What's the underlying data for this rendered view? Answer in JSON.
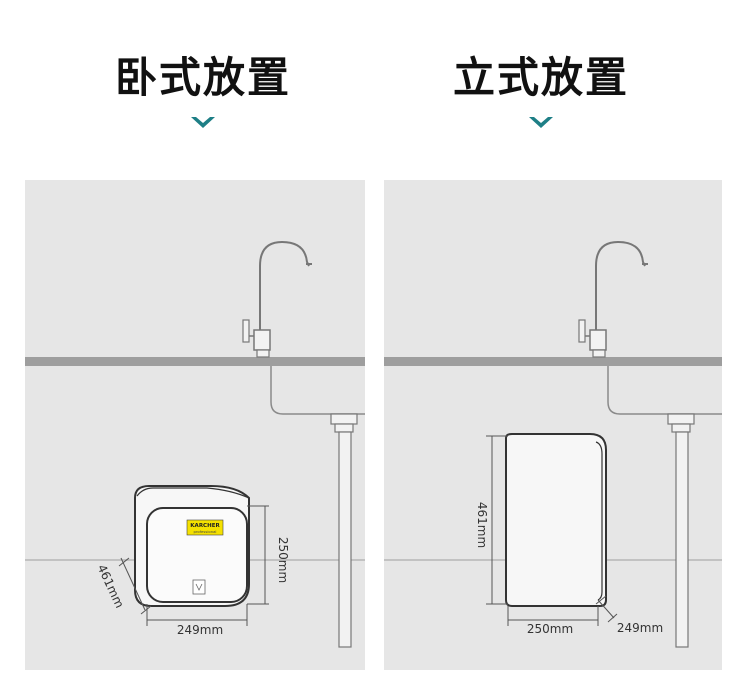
{
  "left": {
    "title": "卧式放置",
    "brand": "KARCHER",
    "brand_sub": "professional",
    "dim_height": "250mm",
    "dim_width": "249mm",
    "dim_depth": "461mm"
  },
  "right": {
    "title": "立式放置",
    "dim_height": "461mm",
    "dim_width": "250mm",
    "dim_depth": "249mm"
  },
  "colors": {
    "accent": "#1e7f86",
    "panel_bg": "#e6e6e6",
    "counter": "#9a9a9a",
    "line": "#555555"
  }
}
